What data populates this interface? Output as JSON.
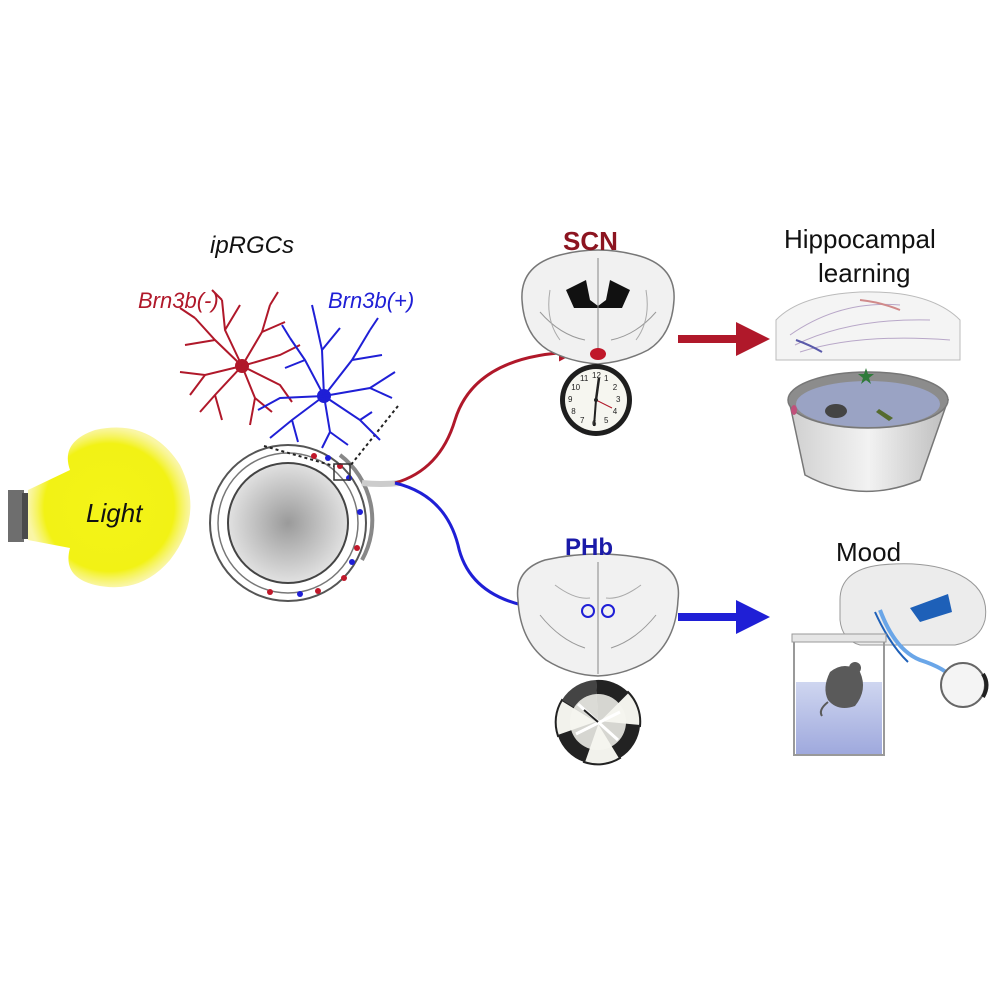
{
  "labels": {
    "ipRGCs": "ipRGCs",
    "brn3b_neg": "Brn3b(-)",
    "brn3b_pos": "Brn3b(+)",
    "light": "Light",
    "scn": "SCN",
    "phb": "PHb",
    "hippocampal_line1": "Hippocampal",
    "hippocampal_line2": "learning",
    "mood": "Mood"
  },
  "colors": {
    "red_pathway": "#b0182a",
    "blue_pathway": "#1f1fd6",
    "light_bulb": "#f2f215",
    "scn_text": "#8c1420",
    "phb_text": "#1a1aa8"
  },
  "clock": {
    "numerals": [
      "12",
      "1",
      "2",
      "3",
      "4",
      "5",
      "6",
      "7",
      "8",
      "9",
      "10",
      "11"
    ]
  }
}
